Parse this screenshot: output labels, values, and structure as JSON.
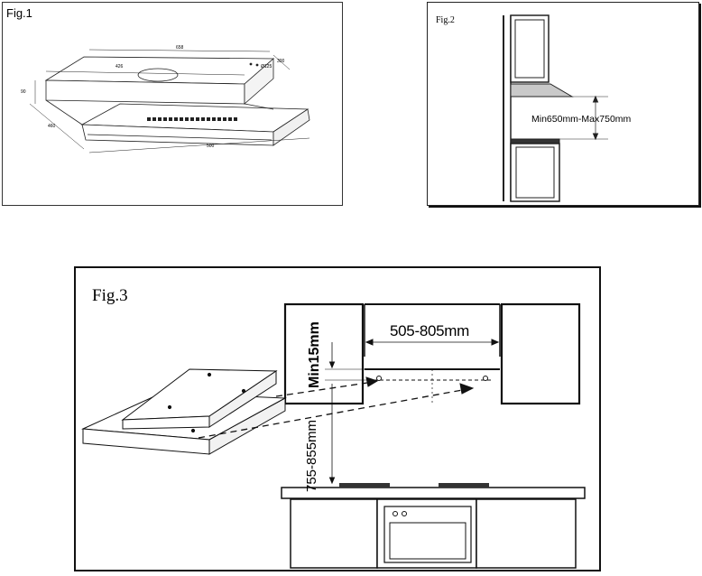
{
  "figures": {
    "fig1": {
      "title": "Fig.1",
      "dimension_labels": [
        "658",
        "426",
        "300",
        "90",
        "460",
        "500",
        "Ø125"
      ]
    },
    "fig2": {
      "title": "Fig.2",
      "mount_range": "Min650mm-Max750mm"
    },
    "fig3": {
      "title": "Fig.3",
      "bracket_width": "505-805mm",
      "min_gap": "Min15mm",
      "mount_height": "755-855mm"
    }
  }
}
